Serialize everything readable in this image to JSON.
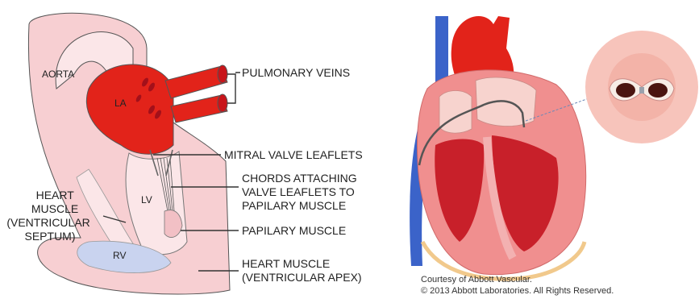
{
  "left_diagram": {
    "chamber_labels": {
      "aorta": "AORTA",
      "la": "LA",
      "lv": "LV",
      "rv": "RV"
    },
    "callouts": {
      "pulmonary_veins": [
        "PULMONARY VEINS"
      ],
      "mitral_valve_leaflets": [
        "MITRAL VALVE LEAFLETS"
      ],
      "chords": [
        "CHORDS ATTACHING",
        "VALVE LEAFLETS TO",
        "PAPILARY MUSCLE"
      ],
      "heart_muscle_septum": [
        "HEART",
        "MUSCLE",
        "(VENTRICULAR",
        "SEPTUM)"
      ],
      "papilary_muscle": [
        "PAPILARY MUSCLE"
      ],
      "heart_muscle_apex": [
        "HEART MUSCLE",
        "(VENTRICULAR APEX)"
      ]
    }
  },
  "right_image": {
    "credit_line_1": "Courtesy of Abbott Vascular.",
    "credit_line_2": "© 2013 Abbott Laboratories. All Rights Reserved."
  },
  "colors": {
    "tissue_pink": "#f7cfd2",
    "chamber_light": "#fbe6e8",
    "blood_red": "#e2231a",
    "rv_blue": "#c9d3ef",
    "vein_blue": "#3b63c9"
  }
}
